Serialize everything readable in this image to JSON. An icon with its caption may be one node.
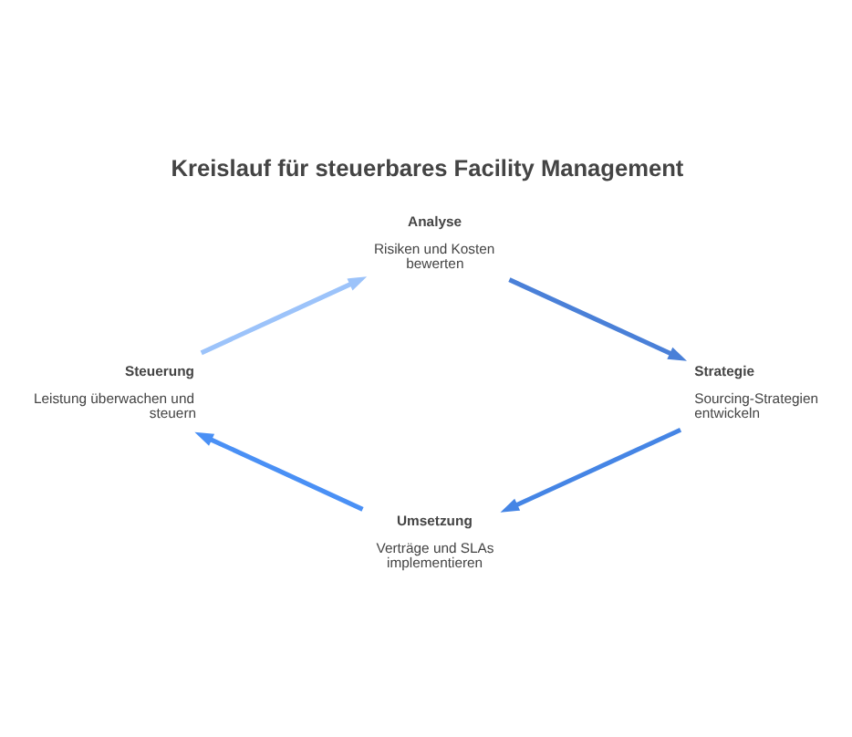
{
  "diagram": {
    "title": "Kreislauf für steuerbares Facility Management",
    "nodes": [
      {
        "text": [
          "Analyse",
          "Risiken und Kosten bewerten"
        ]
      },
      {
        "text": [
          "Strategie",
          "Sourcing-Strategien entwickeln"
        ]
      },
      {
        "text": [
          "Umsetzung",
          "Verträge und SLAs implementieren"
        ]
      },
      {
        "text": [
          "Steuerung",
          "Leistung überwachen und steuern"
        ]
      }
    ],
    "edges": [
      {
        "from": 0,
        "to": 1,
        "arrow": "to",
        "color": "#4a80d8"
      },
      {
        "from": 1,
        "to": 2,
        "arrow": "to",
        "color": "#4585e5"
      },
      {
        "from": 2,
        "to": 3,
        "arrow": "to",
        "color": "#4a90f5"
      },
      {
        "from": 3,
        "to": 0,
        "arrow": "to",
        "color": "#9cc3fa"
      }
    ]
  }
}
